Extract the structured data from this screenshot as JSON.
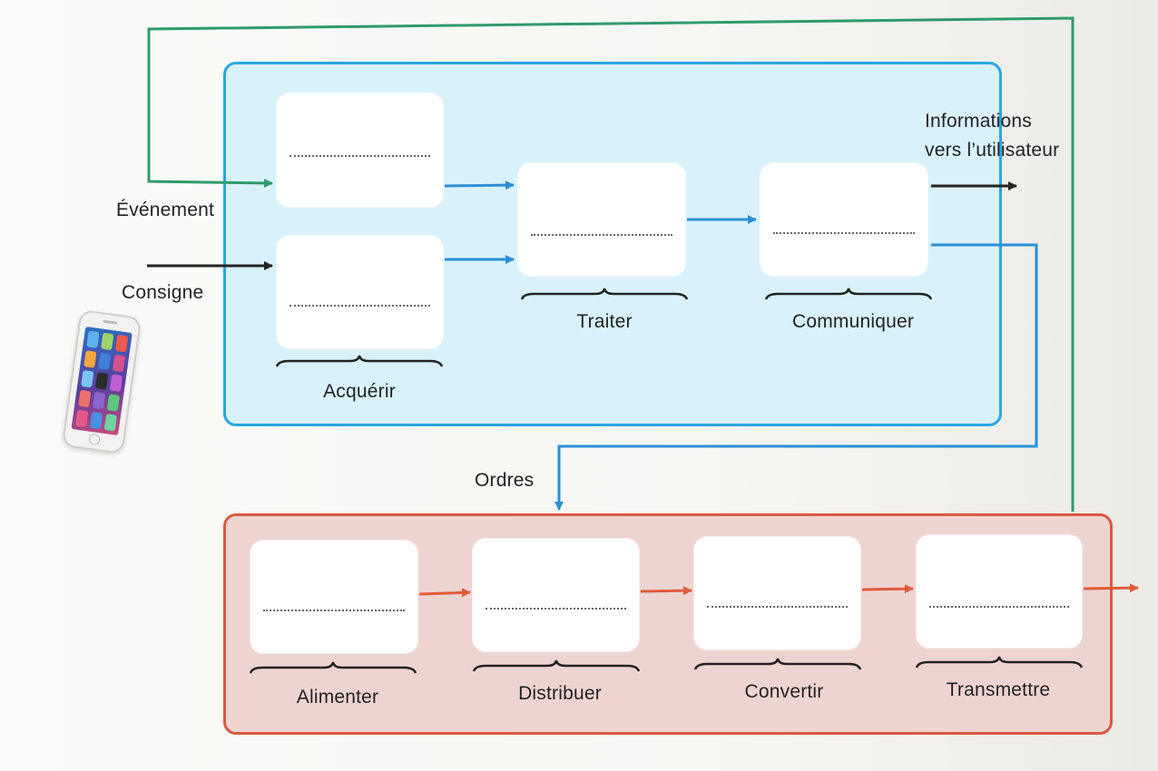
{
  "inputs": {
    "event_label": "Événement",
    "setpoint_label": "Consigne"
  },
  "info_chain": {
    "acquire_label": "Acquérir",
    "process_label": "Traiter",
    "communicate_label": "Communiquer"
  },
  "outputs": {
    "user_info_line1": "Informations",
    "user_info_line2": "vers l’utilisateur",
    "orders_label": "Ordres"
  },
  "energy_chain": {
    "supply_label": "Alimenter",
    "distribute_label": "Distribuer",
    "convert_label": "Convertir",
    "transmit_label": "Transmettre"
  },
  "device": {
    "icon": "smartphone-icon"
  },
  "colors": {
    "info_chain_border": "#2aa6e0",
    "info_chain_fill": "#d9f1fb",
    "energy_chain_border": "#d9593f",
    "energy_chain_fill": "#eed4d1",
    "feedback_line": "#2e9a6a",
    "info_arrow": "#2a8fd4",
    "energy_arrow": "#e05b3a",
    "io_arrow": "#222222"
  }
}
